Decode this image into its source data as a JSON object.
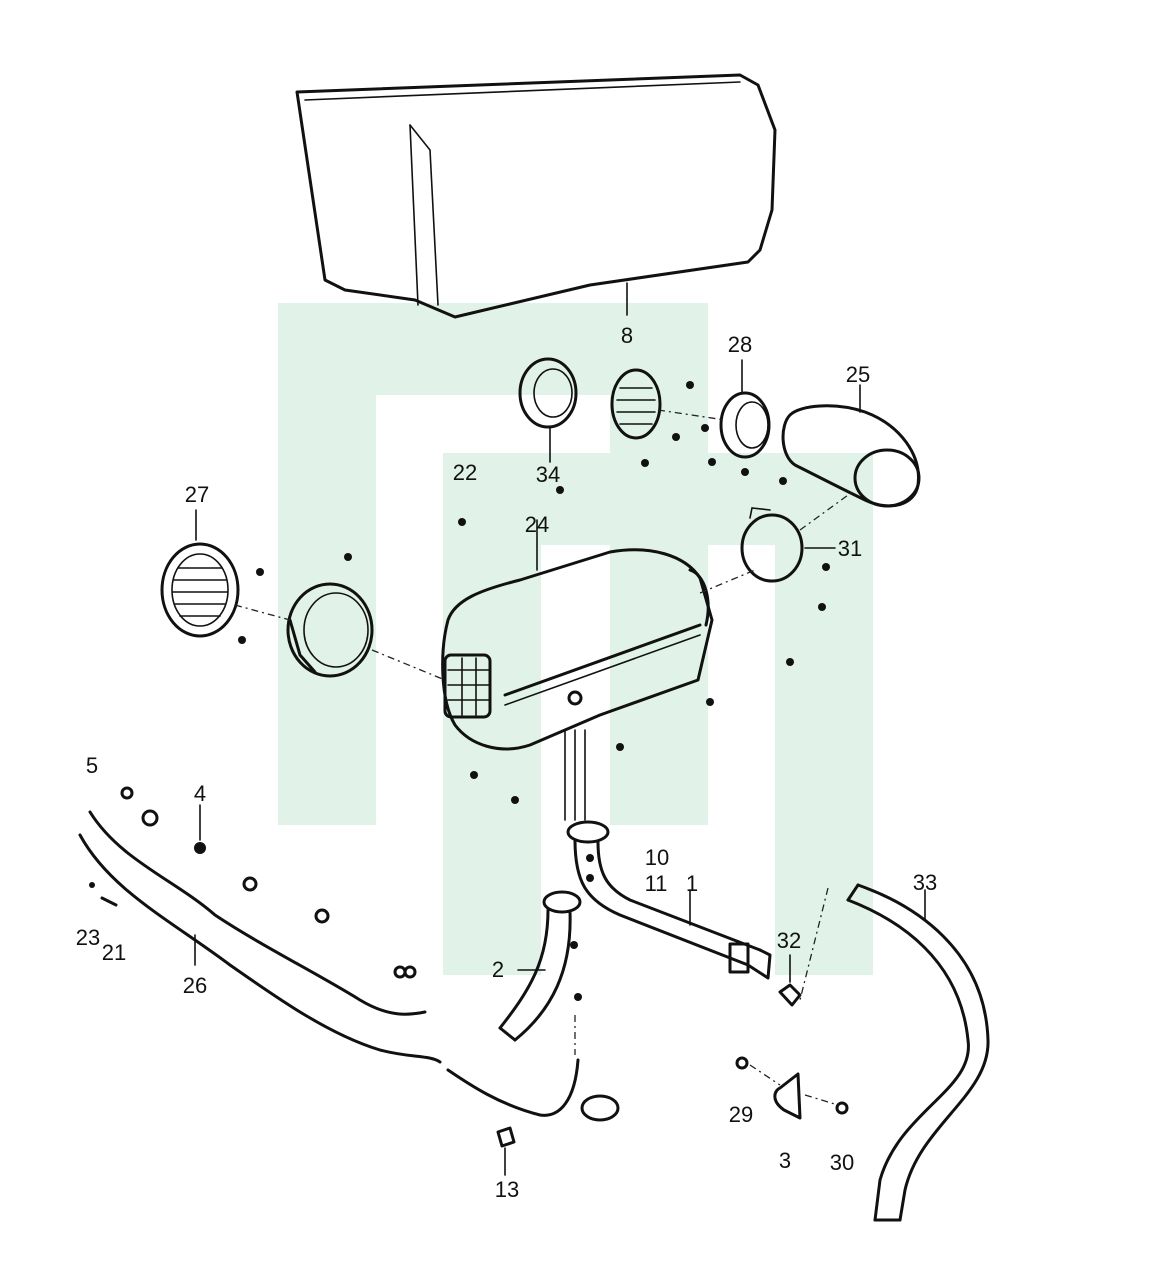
{
  "parts": {
    "p1": "1",
    "p2": "2",
    "p3": "3",
    "p4": "4",
    "p5": "5",
    "p8": "8",
    "p10": "10",
    "p11": "11",
    "p13": "13",
    "p21": "21",
    "p22": "22",
    "p23": "23",
    "p24": "24",
    "p25": "25",
    "p26": "26",
    "p27": "27",
    "p28": "28",
    "p29": "29",
    "p30": "30",
    "p31": "31",
    "p32": "32",
    "p33": "33",
    "p34": "34"
  },
  "colors": {
    "watermark": "#e1f3e8",
    "line": "#111111",
    "background": "#ffffff"
  }
}
